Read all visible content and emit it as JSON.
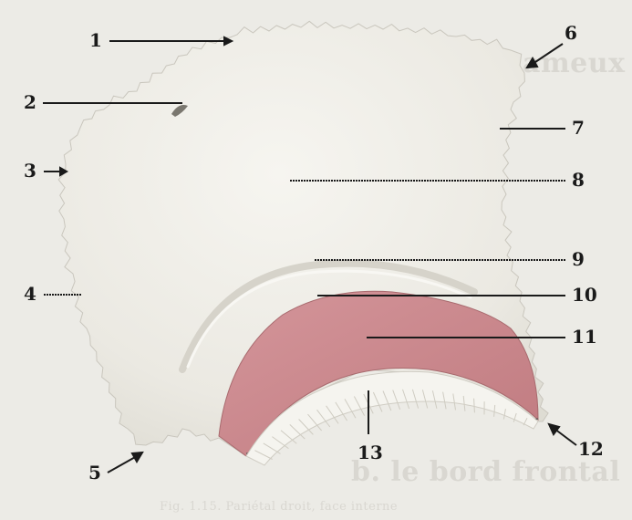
{
  "figure": {
    "labels": [
      "1",
      "2",
      "3",
      "4",
      "5",
      "6",
      "7",
      "8",
      "9",
      "10",
      "11",
      "12",
      "13"
    ],
    "background_text": {
      "heading_top": "a. squameux",
      "heading_bottom": "b. le bord frontal",
      "caption": "Fig. 1.15. Pariétal droit, face interne"
    },
    "colors": {
      "page": "#ecebe6",
      "bone": "#efeee8",
      "surface_pink": "#c98689",
      "leader_line": "#1a1a1a"
    }
  }
}
